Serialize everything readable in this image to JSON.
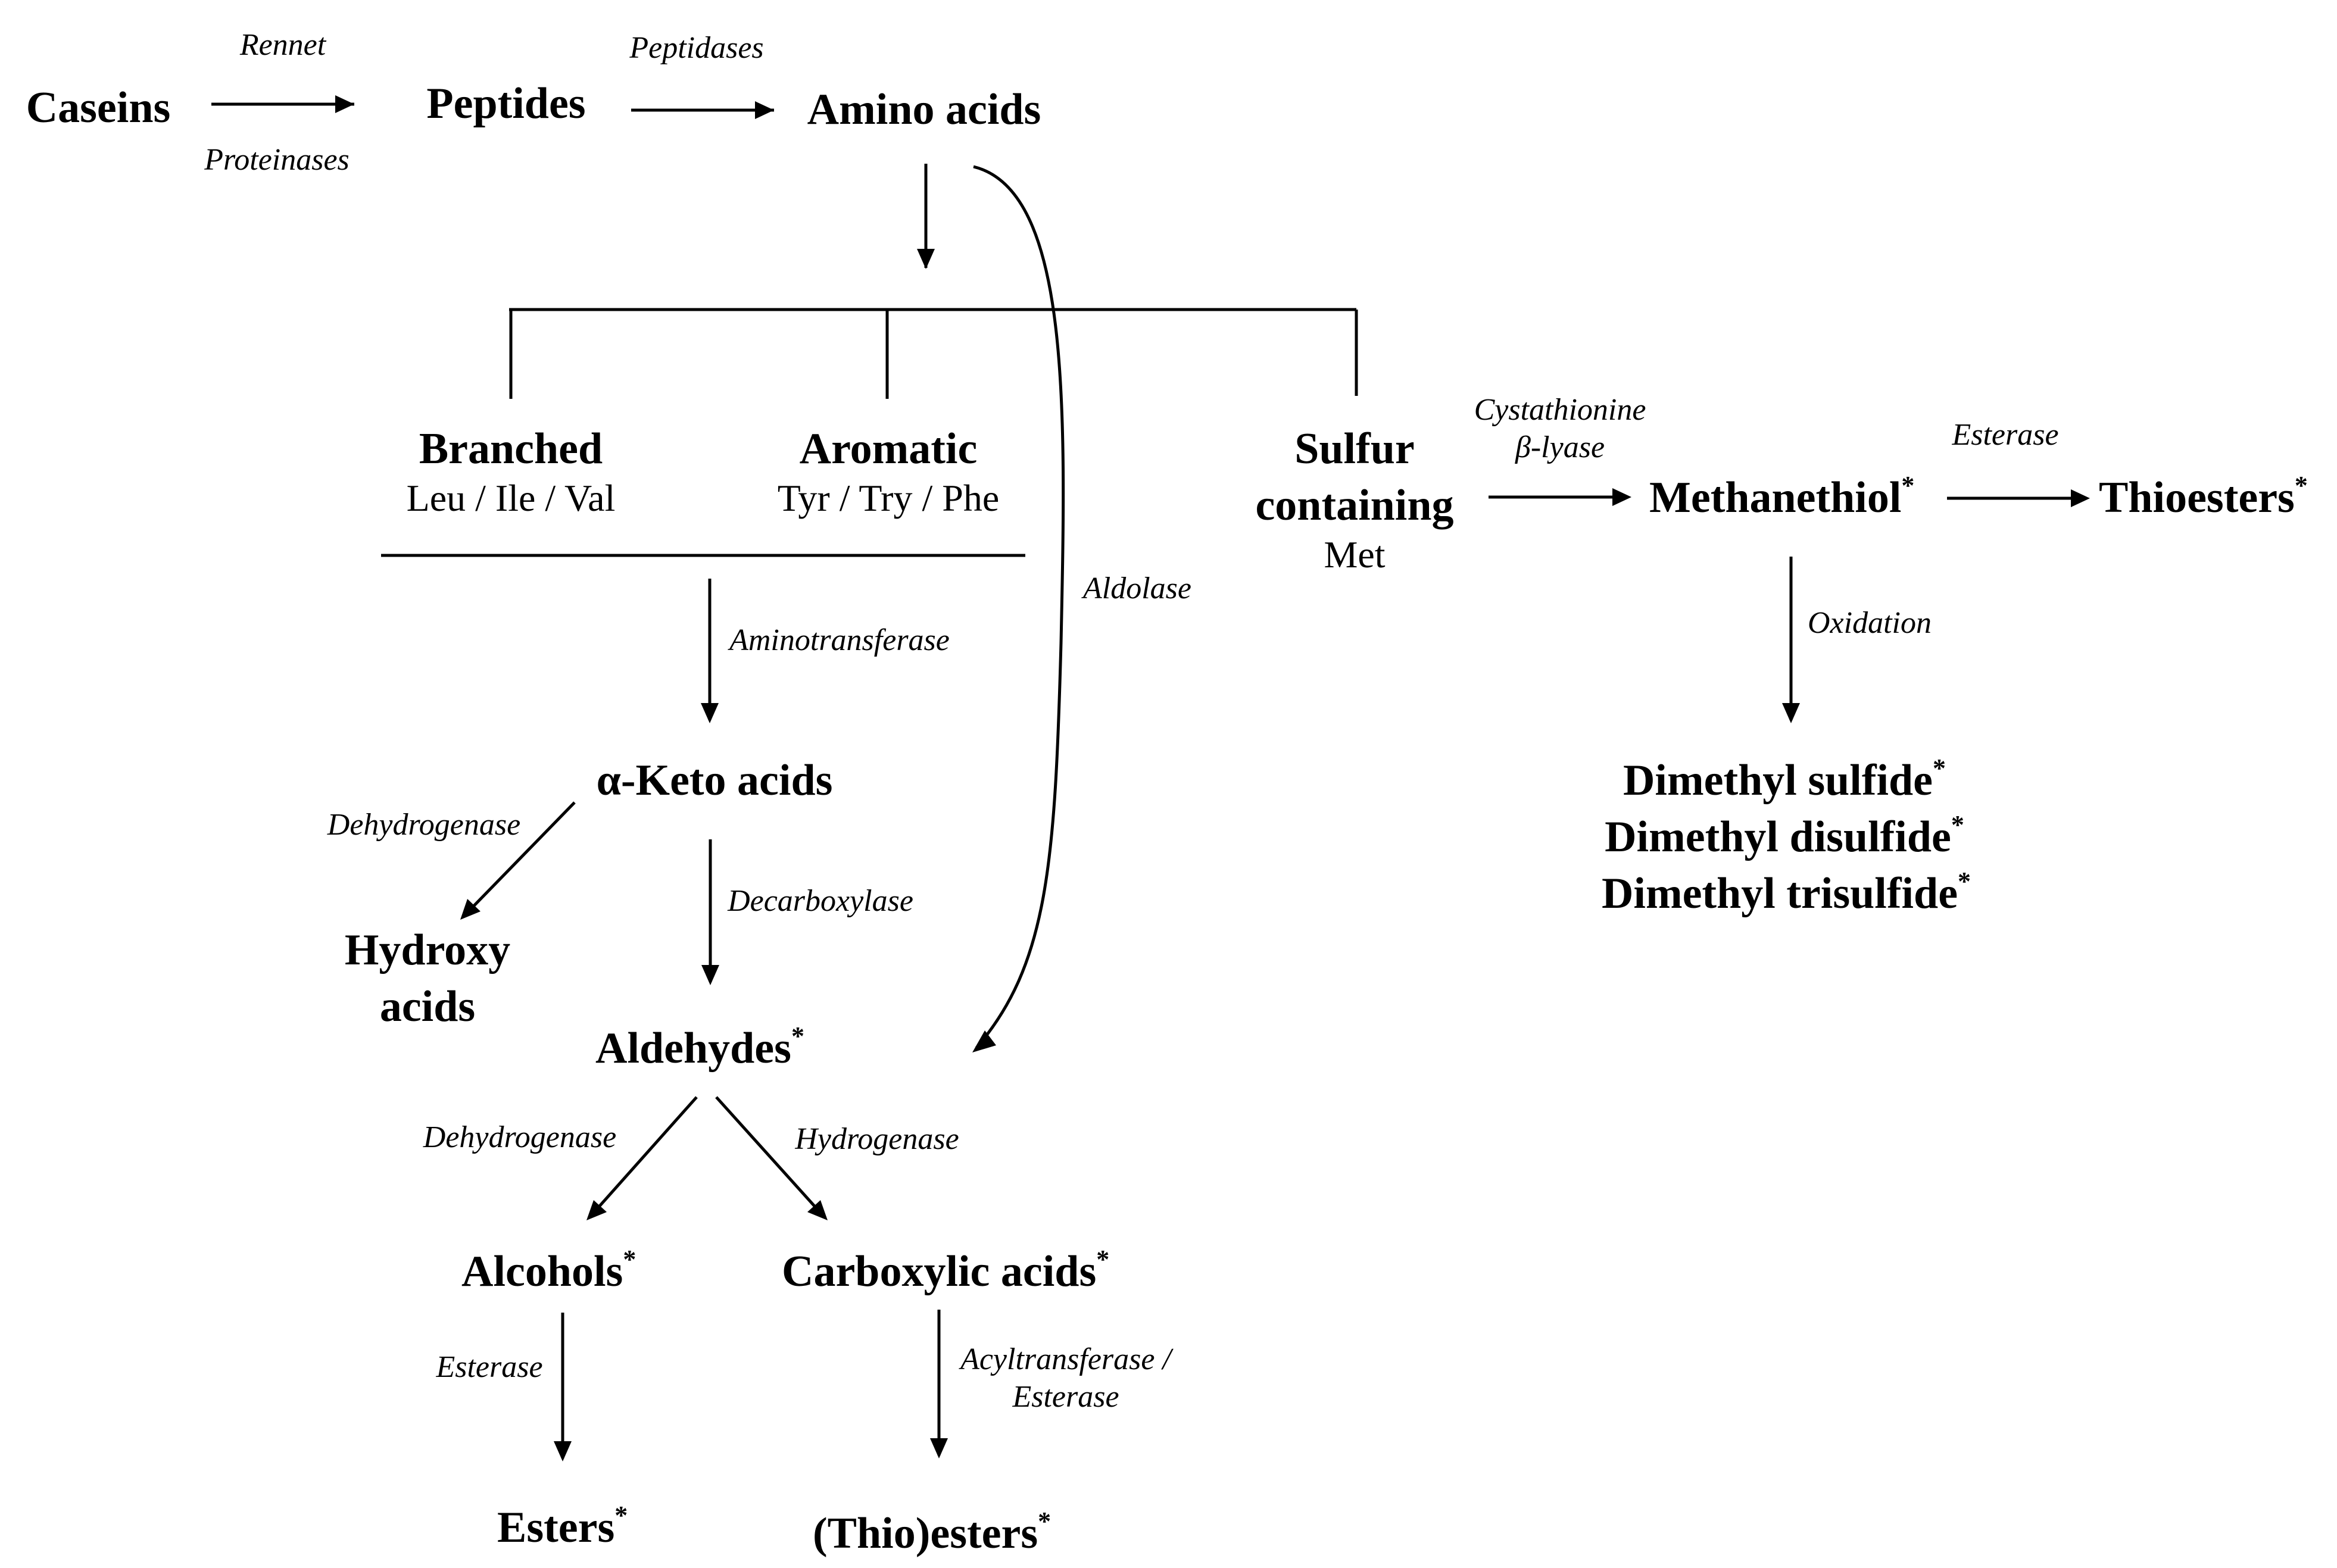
{
  "nodes": {
    "caseins": "Caseins",
    "peptides": "Peptides",
    "amino_acids": "Amino acids",
    "branched": "Branched",
    "branched_examples": "Leu / Ile / Val",
    "aromatic": "Aromatic",
    "aromatic_examples": "Tyr / Try / Phe",
    "sulfur_line1": "Sulfur",
    "sulfur_line2": "containing",
    "sulfur_examples": "Met",
    "methanethiol": "Methanethiol",
    "thioesters": "Thioesters",
    "keto_acids": "α-Keto acids",
    "hydroxy_line1": "Hydroxy",
    "hydroxy_line2": "acids",
    "aldehydes": "Aldehydes",
    "alcohols": "Alcohols",
    "carboxylic_acids": "Carboxylic acids",
    "esters": "Esters",
    "thio_esters": "(Thio)esters",
    "dimethyl_sulfide": "Dimethyl sulfide",
    "dimethyl_disulfide": "Dimethyl disulfide",
    "dimethyl_trisulfide": "Dimethyl trisulfide"
  },
  "enzymes": {
    "rennet": "Rennet",
    "proteinases": "Proteinases",
    "peptidases": "Peptidases",
    "cystathionine_line1": "Cystathionine",
    "cystathionine_line2": "β-lyase",
    "esterase_thio": "Esterase",
    "aldolase": "Aldolase",
    "aminotransferase": "Aminotransferase",
    "oxidation": "Oxidation",
    "dehydrogenase_keto": "Dehydrogenase",
    "decarboxylase": "Decarboxylase",
    "dehydrogenase_ald": "Dehydrogenase",
    "hydrogenase": "Hydrogenase",
    "esterase_alc": "Esterase",
    "acyltransferase_line1": "Acyltransferase /",
    "acyltransferase_line2": "Esterase"
  },
  "marker": "*"
}
